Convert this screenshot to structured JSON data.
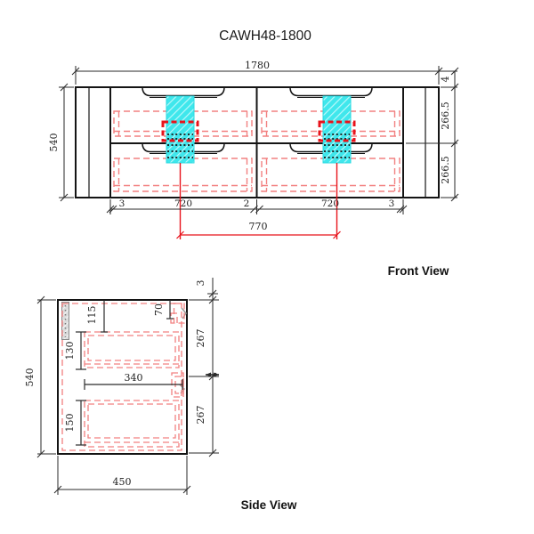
{
  "title": "CAWH48-1800",
  "front_view": {
    "label": "Front View",
    "dims": {
      "total_width": "1780",
      "total_height": "540",
      "top_gap": "4",
      "upper_drawer_height": "266.5",
      "lower_drawer_height": "266.5",
      "left_gap": "3",
      "left_drawer_width": "720",
      "center_gap": "2",
      "right_drawer_width": "720",
      "right_gap": "3",
      "hanger_spacing": "770"
    }
  },
  "side_view": {
    "label": "Side View",
    "dims": {
      "total_height": "540",
      "total_depth": "450",
      "back_top_gap": "3",
      "upper_opening_height": "267",
      "lower_opening_height": "267",
      "rail_drop": "115",
      "top_clearance": "70",
      "upper_drawer_side_height": "130",
      "lower_drawer_side_height": "150",
      "internal_depth": "340"
    }
  },
  "colors": {
    "line_black": "#141414",
    "dim_gray": "#2a2a2a",
    "drawer_red": "#f28080",
    "accent_red": "#e8131b",
    "hanger_cyan": "#2ad8e0",
    "rail_gray": "#d9d9d9"
  }
}
